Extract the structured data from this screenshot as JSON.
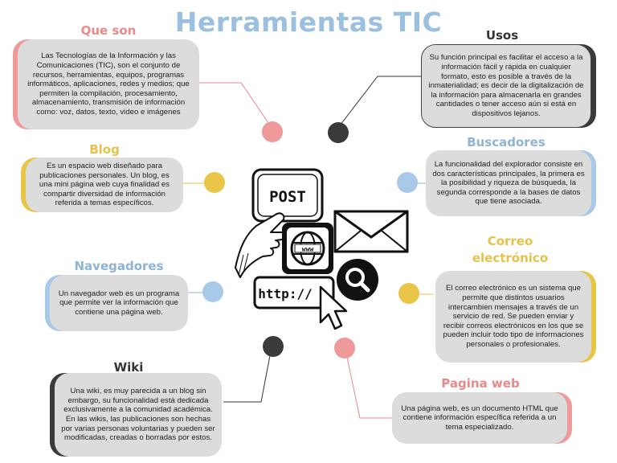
{
  "title": "Herramientas TIC",
  "nodes": {
    "que_son": {
      "heading": "Que son",
      "text": "Las Tecnologías de la Información y las Comunicaciones (TIC), son el conjunto de recursos, herramientas, equipos, programas informáticos, aplicaciones, redes y medios; que permiten la compilación, procesamiento, almacenamiento, transmisión de información como: voz, datos, texto, video e imágenes"
    },
    "usos": {
      "heading": "Usos",
      "text": "Su función principal es facilitar el acceso a la información fácil y rápida en cualquier formato, esto es posible a través de la inmaterialidad; es decir de la digitalización de la información para almacenarla en grandes cantidades o tener acceso aún si está en dispositivos lejanos."
    },
    "blog": {
      "heading": "Blog",
      "text": "Es un espacio web diseñado para publicaciones personales. Un blog, es una mini página web cuya finalidad es compartir diversidad de información referida a temas específicos."
    },
    "buscadores": {
      "heading": "Buscadores",
      "text": "La funcionalidad del explorador consiste en dos características principales, la primera es la posibilidad y riqueza de búsqueda, la segunda corresponde a la bases de datos que tiene asociada."
    },
    "navegadores": {
      "heading": "Navegadores",
      "text": "Un navegador web es un programa que permite ver la información que contiene una página web."
    },
    "correo": {
      "heading": "Correo electrónico",
      "text": "El correo electrónico es un sistema que permite que distintos usuarios intercambien mensajes a través de un servicio de red. Se pueden enviar y recibir correos electrónicos en los que se pueden incluir todo tipo de informaciones personales o profesionales."
    },
    "wiki": {
      "heading": "Wiki",
      "text": "Una wiki, es muy parecida a un blog sin embargo, su funcionalidad está dedicada exclusivamente a la comunidad académica. En las wikis, las publicaciones son hechas por varias personas voluntarias y pueden ser modificadas, creadas o borradas por estos."
    },
    "pagina_web": {
      "heading": "Pagina web",
      "text": "Una página web, es un documento HTML que contiene información específica referida a un tema especializado."
    }
  },
  "illustration": {
    "post_label": "POST",
    "www_label": "www",
    "http_label": "http://"
  },
  "colors": {
    "pink": "#ef9a9a",
    "dark": "#3a3a3a",
    "yellow": "#e8c547",
    "blue": "#a9c9e8",
    "title": "#9bbfdf",
    "card": "#dcdcdc"
  }
}
